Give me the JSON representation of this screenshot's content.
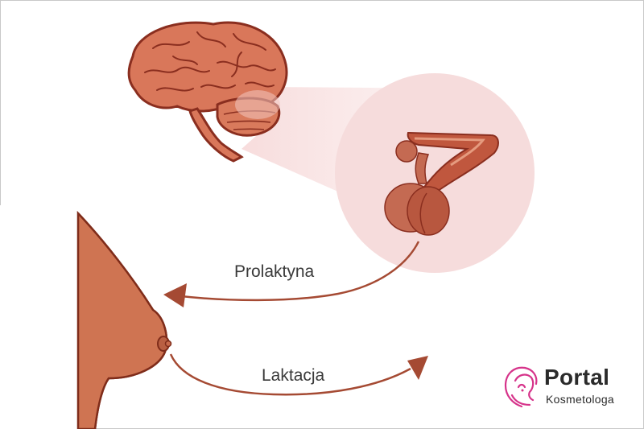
{
  "labels": {
    "prolactin": "Prolaktyna",
    "lactation": "Laktacja"
  },
  "logo": {
    "name": "Portal",
    "subtitle": "Kosmetologa"
  },
  "colors": {
    "brain_fill": "#d9775a",
    "brain_dark": "#8a2e1f",
    "gland_fill": "#c46a52",
    "breast_fill": "#cf7452",
    "arrow": "#a54a33",
    "zoom_circle": "#f6dcdc",
    "logo_accent": "#d6338a"
  },
  "icons": {
    "logo": "woman-profile-icon"
  }
}
